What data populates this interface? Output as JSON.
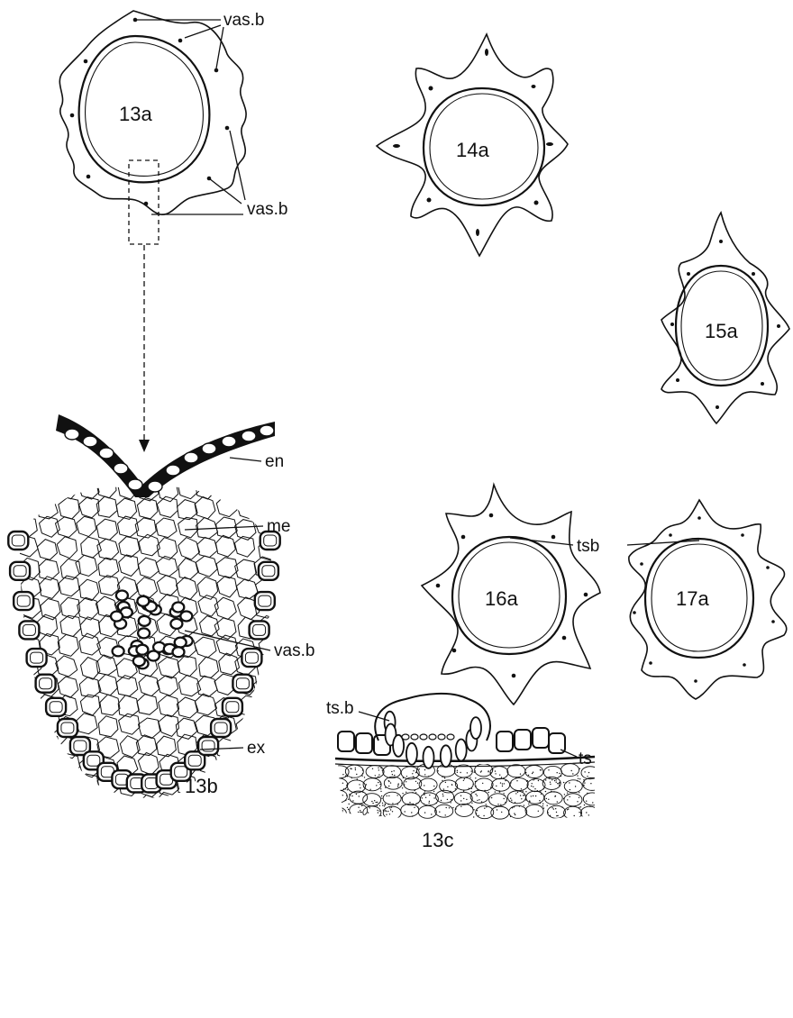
{
  "figures": {
    "fig13a": {
      "label": "13a",
      "annotations": {
        "vas_b_top": "vas.b",
        "vas_b_bottom": "vas.b"
      }
    },
    "fig14a": {
      "label": "14a"
    },
    "fig15a": {
      "label": "15a"
    },
    "fig16a": {
      "label": "16a",
      "annotations": {
        "tsb": "tsb"
      }
    },
    "fig17a": {
      "label": "17a"
    },
    "fig13b": {
      "label": "13b",
      "annotations": {
        "en": "en",
        "me": "me",
        "vas_b": "vas.b",
        "ex": "ex"
      }
    },
    "fig13c": {
      "label": "13c",
      "annotations": {
        "ts_b": "ts.b",
        "ts": "ts"
      }
    }
  },
  "colors": {
    "ink": "#111111",
    "paper": "#ffffff"
  }
}
